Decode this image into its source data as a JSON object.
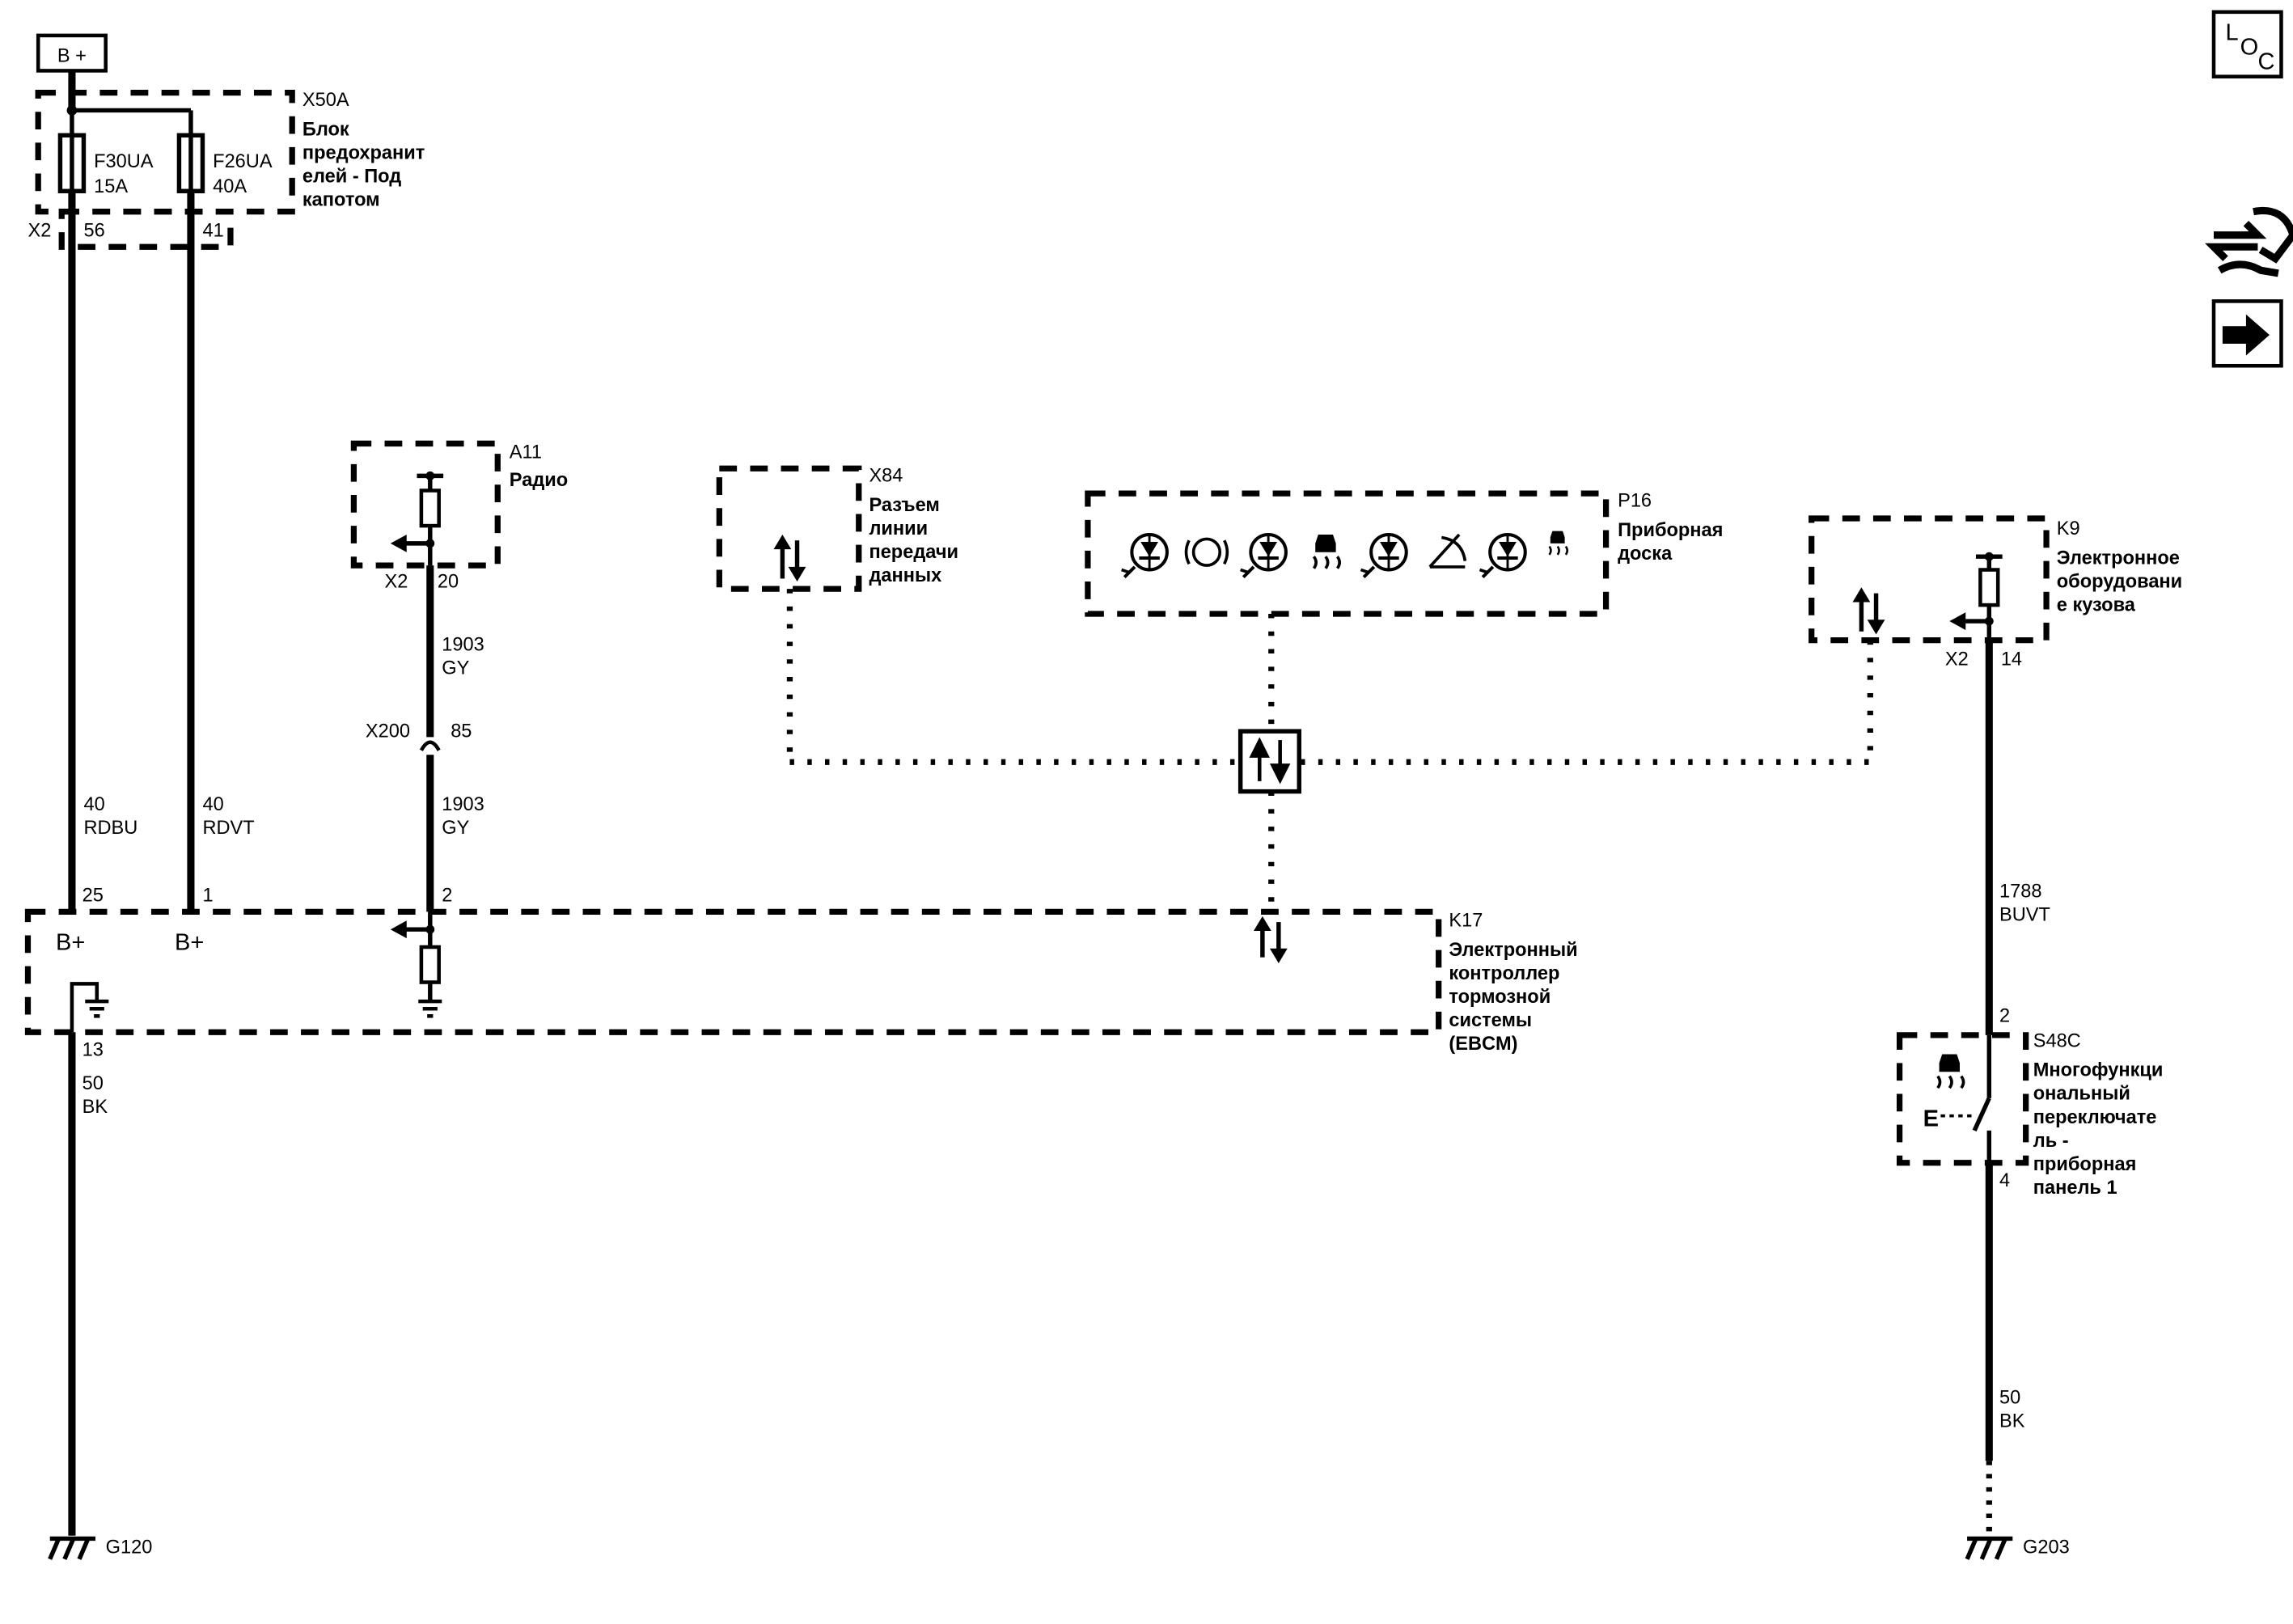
{
  "supply": {
    "label": "B +"
  },
  "loc_icon": {
    "l": "L",
    "o": "O",
    "c": "C"
  },
  "fuse_block": {
    "ref": "X50A",
    "name_lines": [
      "Блок",
      "предохранит",
      "елей - Под",
      "капотом"
    ],
    "connector": "X2",
    "fuse1": {
      "name": "F30UA",
      "rating": "15A",
      "pin": "56"
    },
    "fuse2": {
      "name": "F26UA",
      "rating": "40A",
      "pin": "41"
    }
  },
  "wire_rdbu": {
    "gauge": "40",
    "color": "RDBU"
  },
  "wire_rdvt": {
    "gauge": "40",
    "color": "RDVT"
  },
  "radio": {
    "ref": "A11",
    "name": "Радио",
    "connector": "X2",
    "pin": "20"
  },
  "wire_gy_upper": {
    "gauge": "1903",
    "color": "GY"
  },
  "inline_connector": {
    "ref": "X200",
    "pin": "85"
  },
  "wire_gy_lower": {
    "gauge": "1903",
    "color": "GY"
  },
  "dlc": {
    "ref": "X84",
    "name_lines": [
      "Разъем",
      "линии",
      "передачи",
      "данных"
    ]
  },
  "cluster": {
    "ref": "P16",
    "name_lines": [
      "Приборная",
      "доска"
    ],
    "icons": [
      "abs-warning-icon",
      "brake-circle-icon",
      "indicator-lamp-icon",
      "traction-control-icon",
      "indicator-lamp-icon",
      "tire-pressure-icon",
      "indicator-lamp-icon",
      "traction-off-icon"
    ]
  },
  "bcm": {
    "ref": "K9",
    "name_lines": [
      "Электронное",
      "оборудовани",
      "е кузова"
    ],
    "connector": "X2",
    "pin": "14"
  },
  "ebcm": {
    "ref": "K17",
    "name_lines": [
      "Электронный",
      "контроллер",
      "тормозной",
      "системы",
      "(EBCM)"
    ],
    "pin_b1": "25",
    "pin_b2": "1",
    "pin_gy": "2",
    "pin_gnd": "13",
    "bplus1": "B+",
    "bplus2": "B+"
  },
  "wire_bk_left": {
    "gauge": "50",
    "color": "BK"
  },
  "ground_left": {
    "ref": "G120"
  },
  "wire_buvt": {
    "gauge": "1788",
    "color": "BUVT"
  },
  "switch": {
    "ref": "S48C",
    "name_lines": [
      "Многофункци",
      "ональный",
      "переключате",
      "ль -",
      "приборная",
      "панель 1"
    ],
    "pin_top": "2",
    "pin_bottom": "4",
    "contact_label": "E"
  },
  "wire_bk_right": {
    "gauge": "50",
    "color": "BK"
  },
  "ground_right": {
    "ref": "G203"
  }
}
